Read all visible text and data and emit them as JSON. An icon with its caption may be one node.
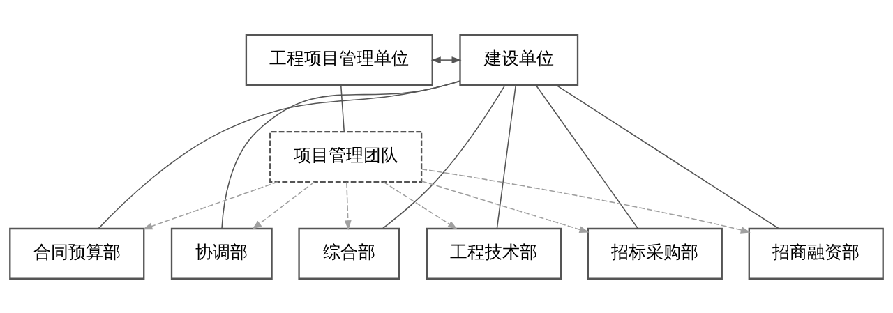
{
  "diagram": {
    "nodes": [
      {
        "text": [
          "工程项目管理单位"
        ]
      },
      {
        "text": [
          "建设单位"
        ]
      },
      {
        "text": [
          "项目管理团队"
        ]
      },
      {
        "text": [
          "工程技术部"
        ]
      },
      {
        "text": [
          "招标采购部"
        ]
      },
      {
        "text": [
          "招商融资部"
        ]
      },
      {
        "text": [
          "合同预算部"
        ]
      },
      {
        "text": [
          "协调部"
        ]
      },
      {
        "text": [
          "综合部"
        ]
      }
    ],
    "edges": [
      {
        "from": 0,
        "to": 1,
        "arrow": "both"
      },
      {
        "from": 0,
        "to": 2,
        "arrow": "none"
      },
      {
        "from": 1,
        "to": 3,
        "arrow": "none"
      },
      {
        "from": 1,
        "to": 4,
        "arrow": "none"
      },
      {
        "from": 1,
        "to": 5,
        "arrow": "none"
      },
      {
        "from": 1,
        "to": 6,
        "arrow": "none"
      },
      {
        "from": 1,
        "to": 7,
        "arrow": "none"
      },
      {
        "from": 1,
        "to": 8,
        "arrow": "none"
      },
      {
        "from": 2,
        "to": 3,
        "arrow": "to",
        "style": "dashed",
        "color": "#a0a0a0"
      },
      {
        "from": 2,
        "to": 4,
        "arrow": "to",
        "style": "dashed",
        "color": "#a0a0a0"
      },
      {
        "from": 2,
        "to": 5,
        "arrow": "to",
        "style": "dashed",
        "color": "#a0a0a0"
      },
      {
        "from": 2,
        "to": 6,
        "arrow": "to",
        "style": "dashed",
        "color": "#a0a0a0"
      },
      {
        "from": 2,
        "to": 7,
        "arrow": "to",
        "style": "dashed",
        "color": "#a0a0a0"
      },
      {
        "from": 2,
        "to": 8,
        "arrow": "to",
        "style": "dashed",
        "color": "#a0a0a0"
      }
    ]
  }
}
